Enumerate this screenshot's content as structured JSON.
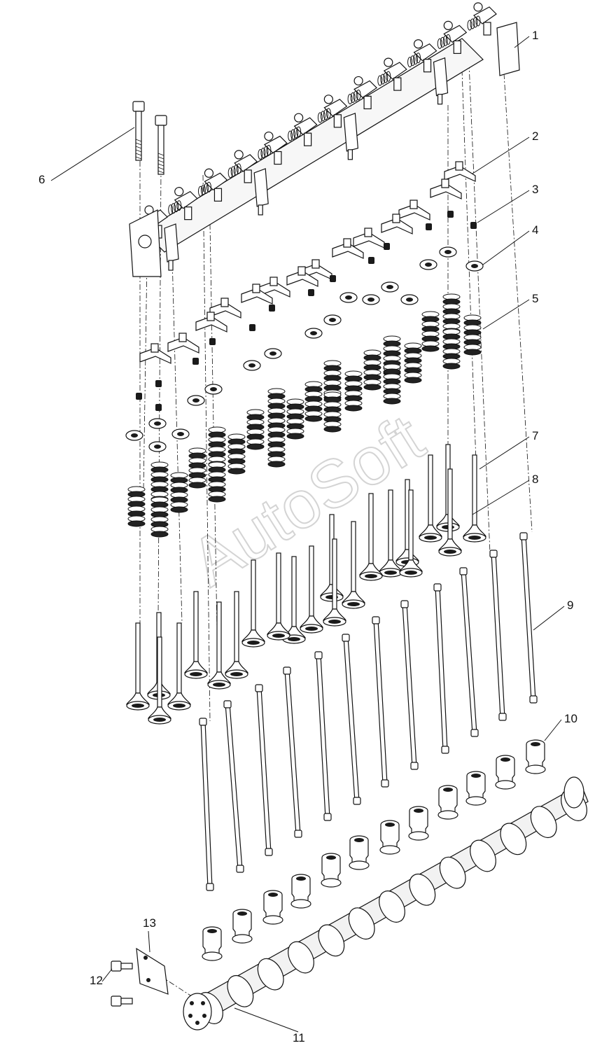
{
  "watermark": "AutoSoft",
  "callouts": [
    {
      "id": "1",
      "label": "1"
    },
    {
      "id": "2",
      "label": "2"
    },
    {
      "id": "3",
      "label": "3"
    },
    {
      "id": "4",
      "label": "4"
    },
    {
      "id": "5",
      "label": "5"
    },
    {
      "id": "6",
      "label": "6"
    },
    {
      "id": "7",
      "label": "7"
    },
    {
      "id": "8",
      "label": "8"
    },
    {
      "id": "9",
      "label": "9"
    },
    {
      "id": "10",
      "label": "10"
    },
    {
      "id": "11",
      "label": "11"
    },
    {
      "id": "12",
      "label": "12"
    },
    {
      "id": "13",
      "label": "13"
    }
  ],
  "colors": {
    "line": "#111111",
    "part_fill": "#ffffff",
    "shade": "#1a1a1a",
    "watermark": "#d4d4d4"
  }
}
